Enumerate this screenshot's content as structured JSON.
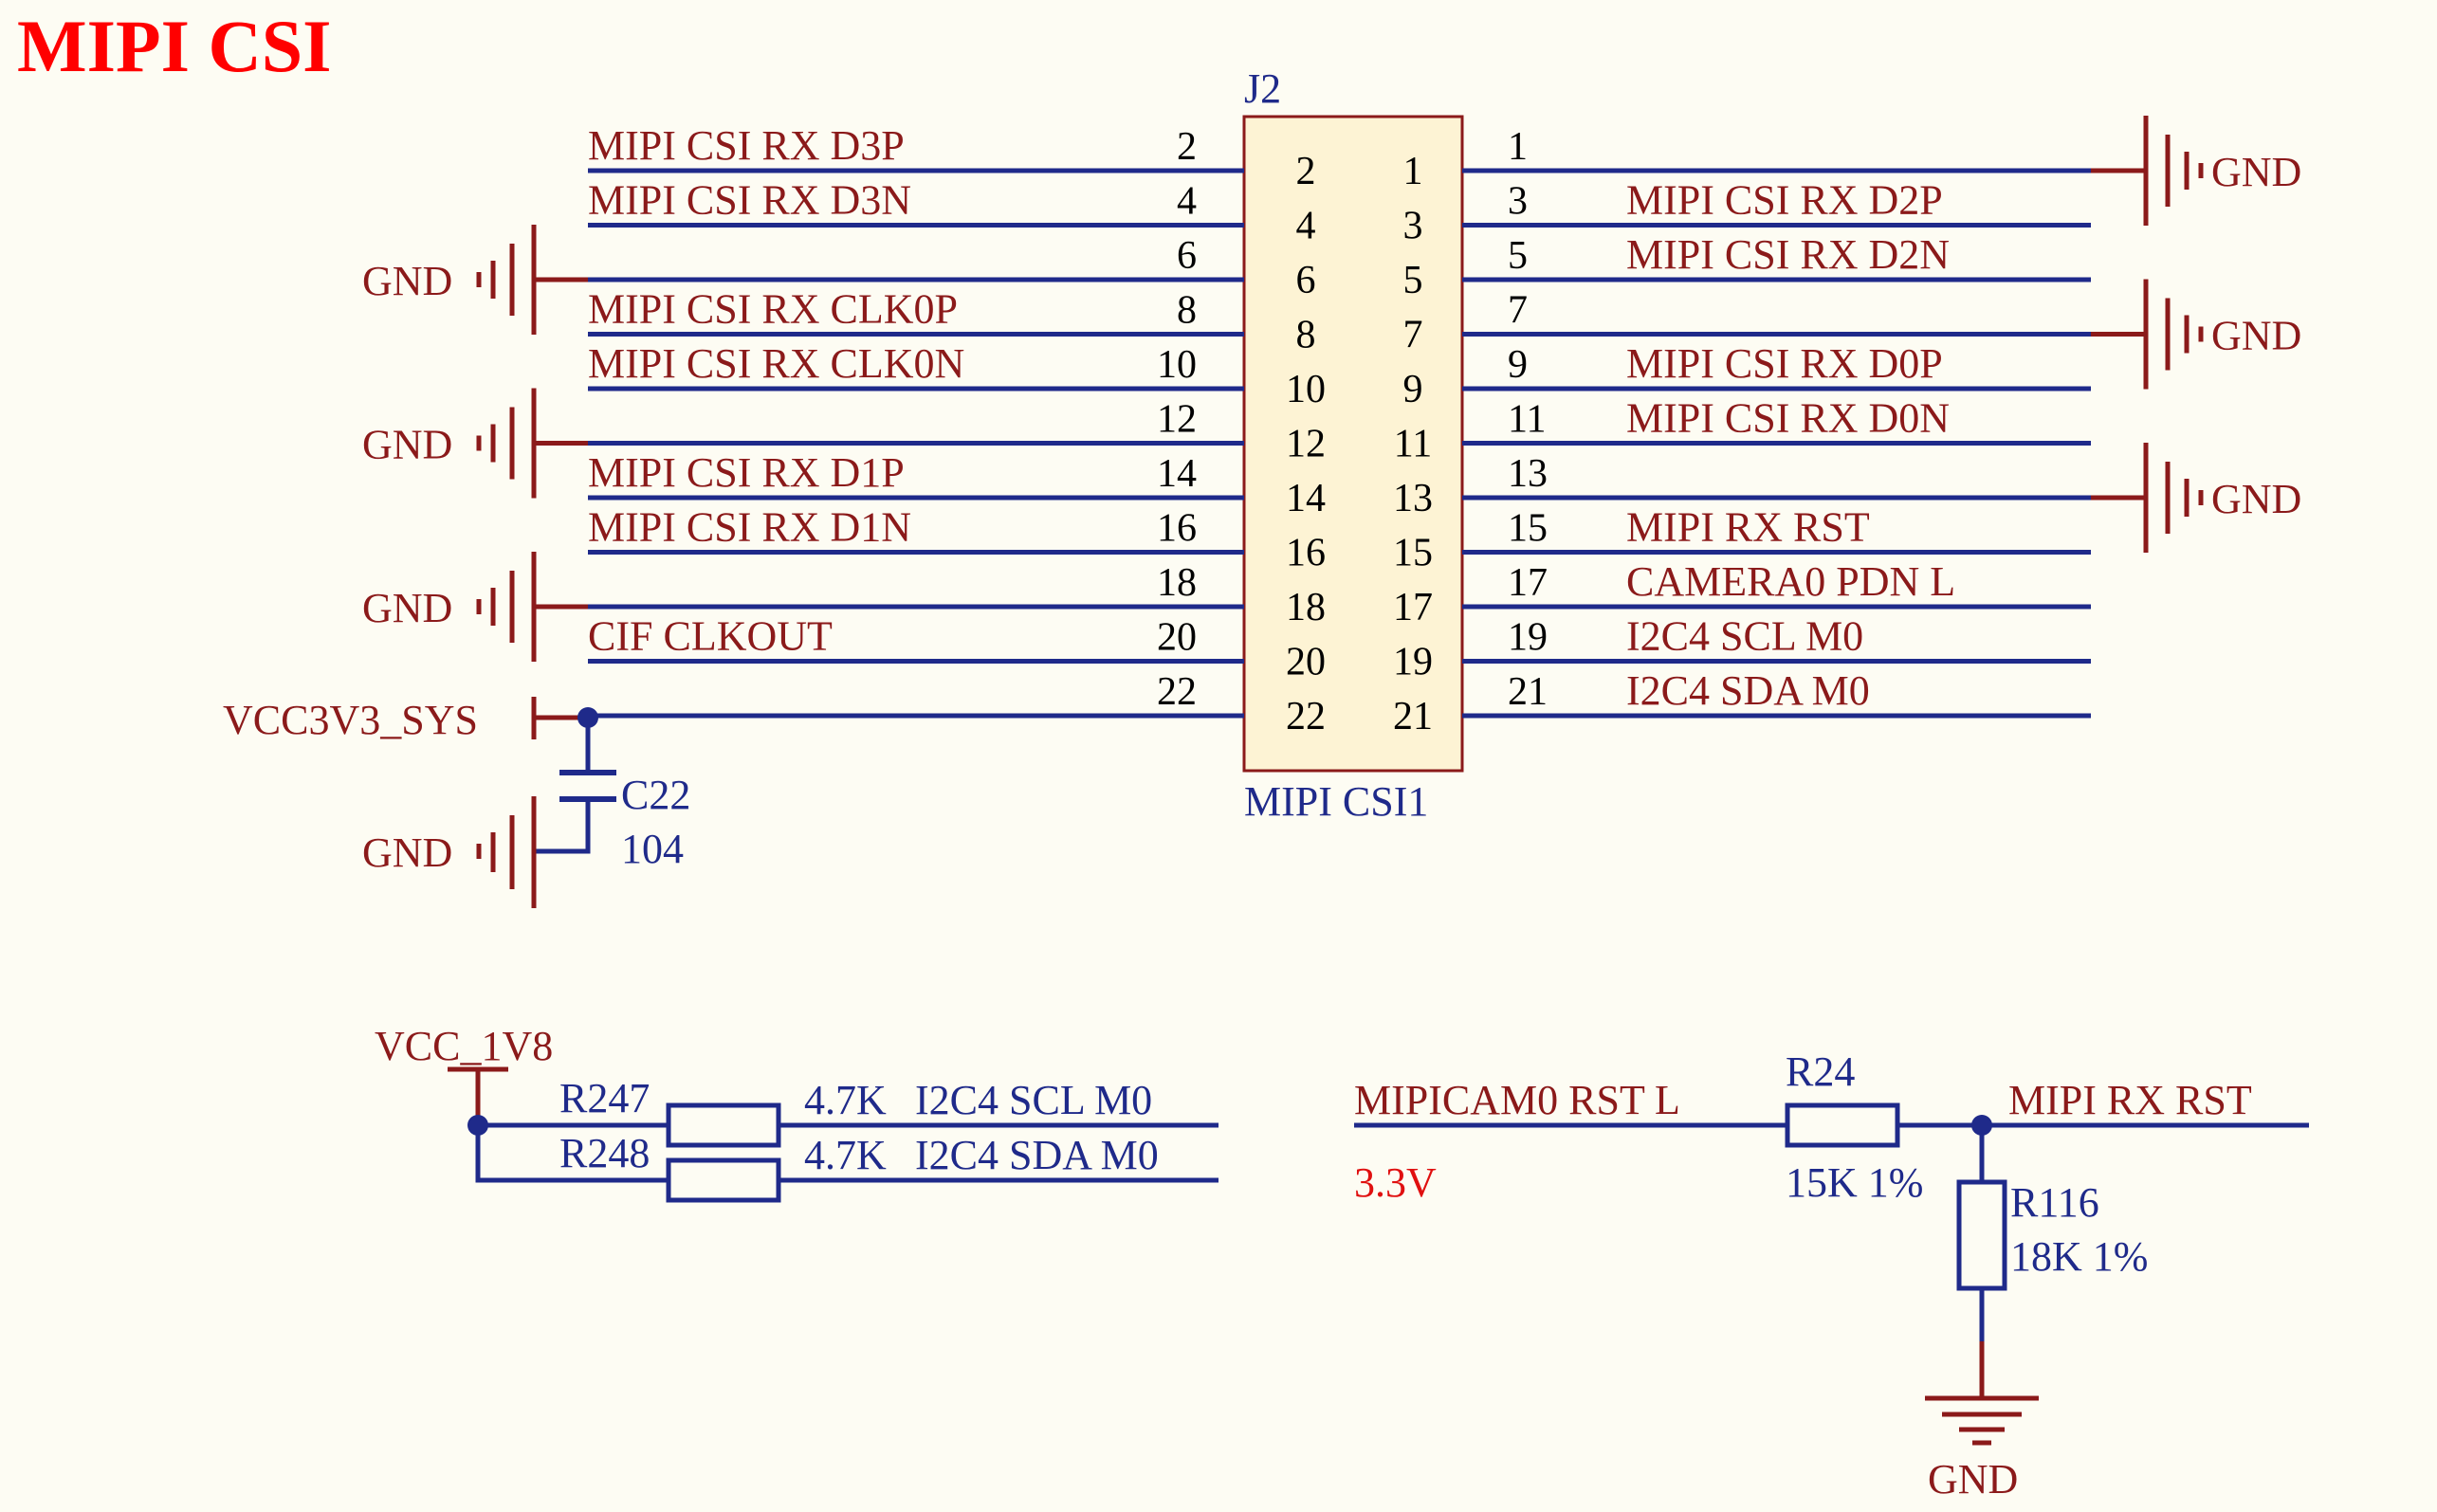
{
  "title": "MIPI CSI",
  "colors": {
    "wire": "#1f2a8a",
    "power": "#8b1a1a",
    "label": "#8b1a1a",
    "component": "#1f2a8a",
    "body_fill": "#fdf3d4",
    "title": "#ff0000"
  },
  "connector": {
    "designator": "J2",
    "name": "MIPI CSI1",
    "left_rows": [
      {
        "pin": "2",
        "net": "MIPI_CSI_RX_D3P"
      },
      {
        "pin": "4",
        "net": "MIPI_CSI_RX_D3N"
      },
      {
        "pin": "6",
        "net": "GND"
      },
      {
        "pin": "8",
        "net": "MIPI_CSI_RX_CLK0P"
      },
      {
        "pin": "10",
        "net": "MIPI_CSI_RX_CLK0N"
      },
      {
        "pin": "12",
        "net": "GND"
      },
      {
        "pin": "14",
        "net": "MIPI_CSI_RX_D1P"
      },
      {
        "pin": "16",
        "net": "MIPI_CSI_RX_D1N"
      },
      {
        "pin": "18",
        "net": "GND"
      },
      {
        "pin": "20",
        "net": "CIF_CLKOUT"
      },
      {
        "pin": "22",
        "net": "VCC3V3_SYS"
      }
    ],
    "right_rows": [
      {
        "pin": "1",
        "net": "GND"
      },
      {
        "pin": "3",
        "net": "MIPI_CSI_RX_D2P"
      },
      {
        "pin": "5",
        "net": "MIPI_CSI_RX_D2N"
      },
      {
        "pin": "7",
        "net": "GND"
      },
      {
        "pin": "9",
        "net": "MIPI_CSI_RX_D0P"
      },
      {
        "pin": "11",
        "net": "MIPI_CSI_RX_D0N"
      },
      {
        "pin": "13",
        "net": "GND"
      },
      {
        "pin": "15",
        "net": "MIPI_RX_RST"
      },
      {
        "pin": "17",
        "net": "CAMERA0_PDN_L"
      },
      {
        "pin": "19",
        "net": "I2C4_SCL_M0"
      },
      {
        "pin": "21",
        "net": "I2C4_SDA_M0"
      }
    ]
  },
  "decoupling_cap": {
    "designator": "C22",
    "value": "104",
    "gnd_label": "GND"
  },
  "pullups": {
    "supply": "VCC_1V8",
    "resistors": [
      {
        "designator": "R247",
        "value": "4.7K",
        "net": "I2C4_SCL_M0"
      },
      {
        "designator": "R248",
        "value": "4.7K",
        "net": "I2C4_SDA_M0"
      }
    ]
  },
  "reset_divider": {
    "input_net": "MIPICAM0_RST_L",
    "input_note": "3.3V",
    "output_net": "MIPI_RX_RST",
    "series": {
      "designator": "R24",
      "value": "15K 1%"
    },
    "shunt": {
      "designator": "R116",
      "value": "18K 1%"
    },
    "gnd_label": "GND"
  }
}
